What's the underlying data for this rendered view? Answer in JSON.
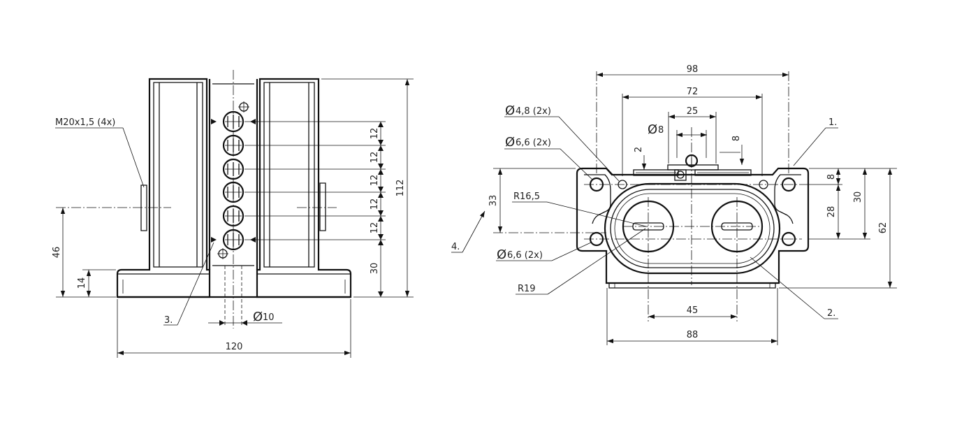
{
  "drawing": {
    "left_view": {
      "callout_thread": "M20x1,5 (4x)",
      "callout_item": "3.",
      "dim_width": "120",
      "dim_height": "112",
      "dim_pitch": [
        "12",
        "12",
        "12",
        "12",
        "12"
      ],
      "dim_base_to_first": "30",
      "dim_axis_height": "46",
      "dim_base_height": "14",
      "dim_shaft": "10",
      "dia_symbol": "Ø"
    },
    "right_view": {
      "callout_hole_a": "4,8 (2x)",
      "callout_hole_b": "6,6 (2x)",
      "callout_hole_c": "6,6 (2x)",
      "callout_radius_small": "R16,5",
      "callout_radius_large": "R19",
      "callout_item_1": "1.",
      "callout_item_2": "2.",
      "callout_item_4": "4.",
      "dim_overall_width": "98",
      "dim_hole_spacing": "72",
      "dim_center_width": "25",
      "dim_pin": "8",
      "dim_small_2": "2",
      "dim_small_8": "8",
      "dim_33": "33",
      "dim_8": "8",
      "dim_28": "28",
      "dim_30": "30",
      "dim_62": "62",
      "dim_45": "45",
      "dim_88": "88",
      "dia_symbol": "Ø"
    }
  }
}
